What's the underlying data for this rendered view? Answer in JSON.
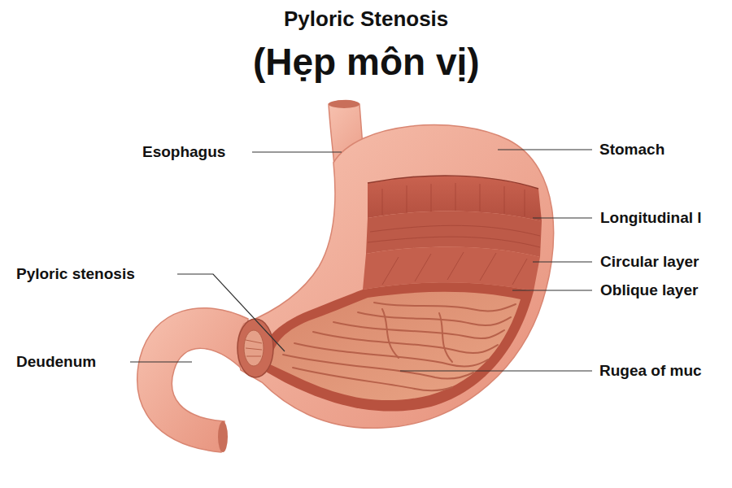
{
  "diagram": {
    "title": "Pyloric Stenosis",
    "labels": [
      "(Hẹp môn vị)",
      "Esophagus",
      "Stomach",
      "Longitudinal l",
      "Circular layer",
      "Oblique layer",
      "Pyloric stenosis",
      "Deudenum",
      "Rugea of muc"
    ]
  }
}
